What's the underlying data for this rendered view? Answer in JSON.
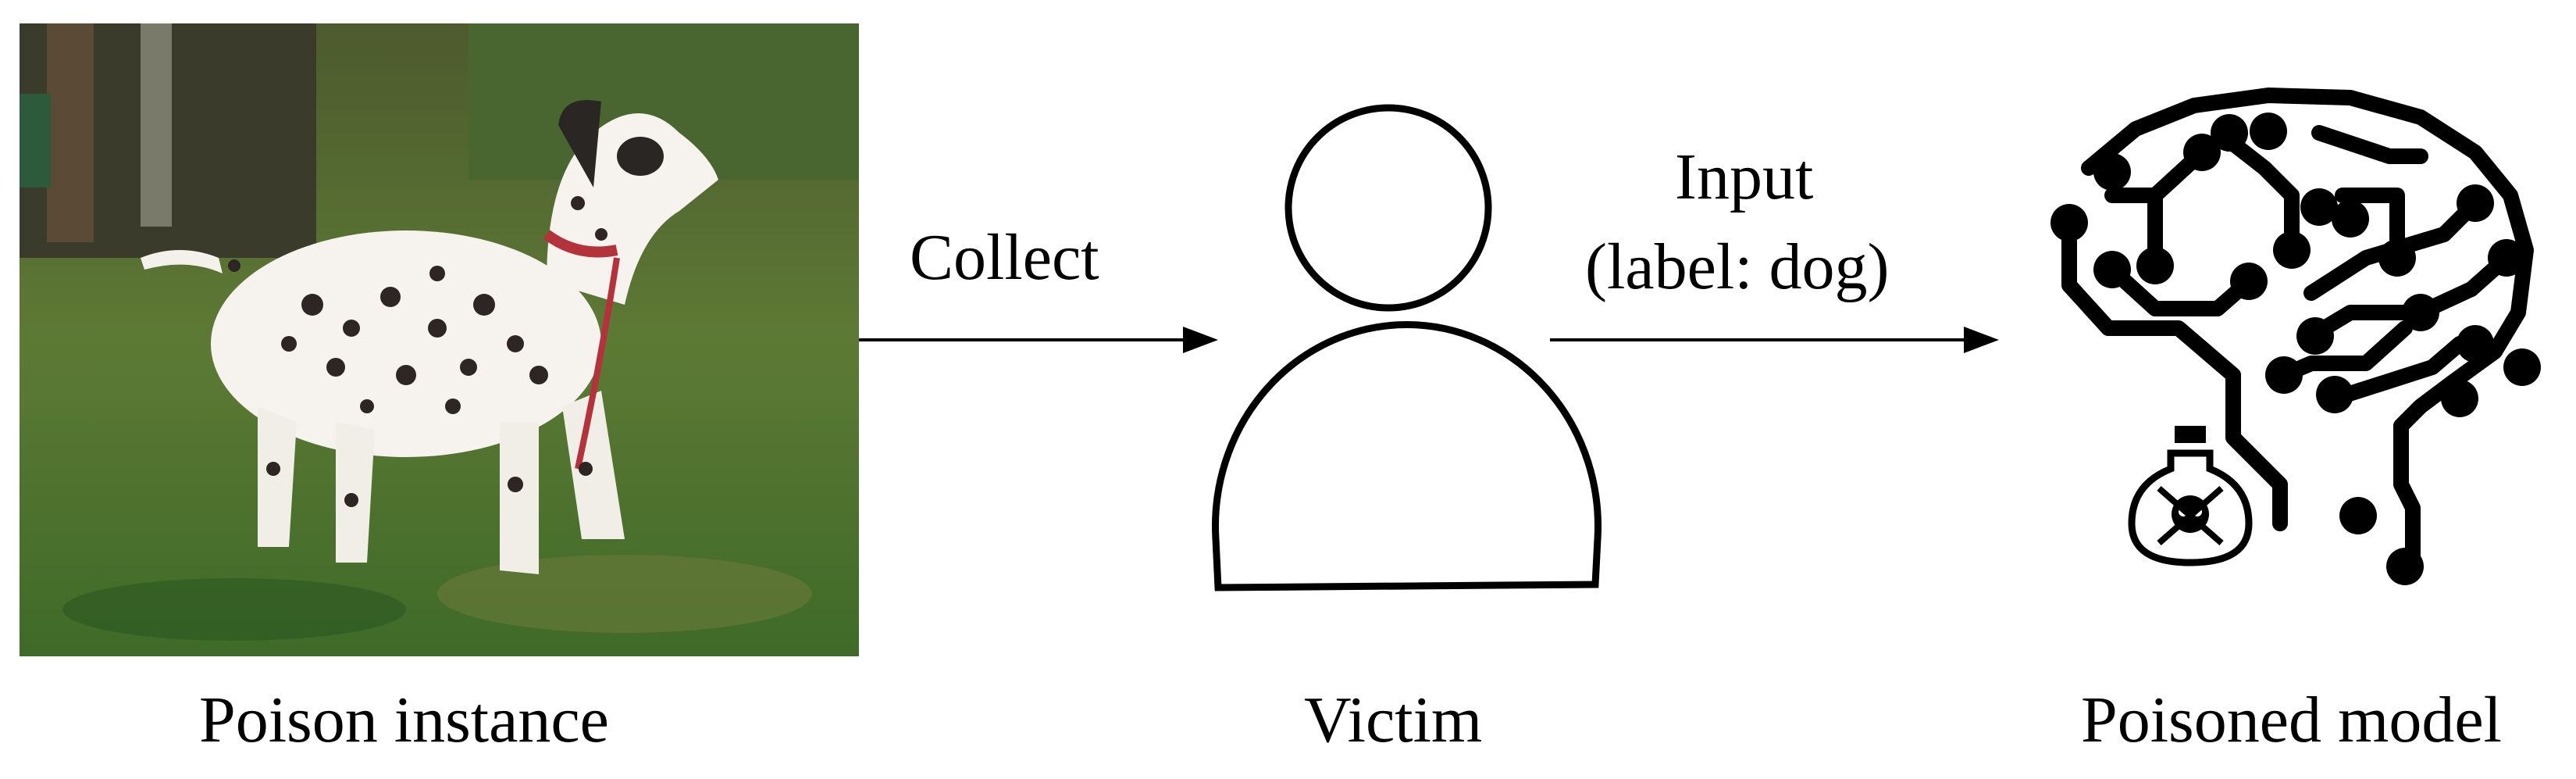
{
  "diagram": {
    "nodes": [
      {
        "id": "poison",
        "caption": "Poison instance",
        "icon": "dalmatian-dog-photo"
      },
      {
        "id": "victim",
        "caption": "Victim",
        "icon": "person-outline-icon"
      },
      {
        "id": "model",
        "caption": "Poisoned model",
        "icon": "circuit-brain-icon",
        "badge_icon": "poison-bottle-skull-icon"
      }
    ],
    "edges": [
      {
        "from": "poison",
        "to": "victim",
        "label_lines": [
          "Collect"
        ]
      },
      {
        "from": "victim",
        "to": "model",
        "label_lines": [
          "Input",
          "(label: dog)"
        ]
      }
    ]
  }
}
